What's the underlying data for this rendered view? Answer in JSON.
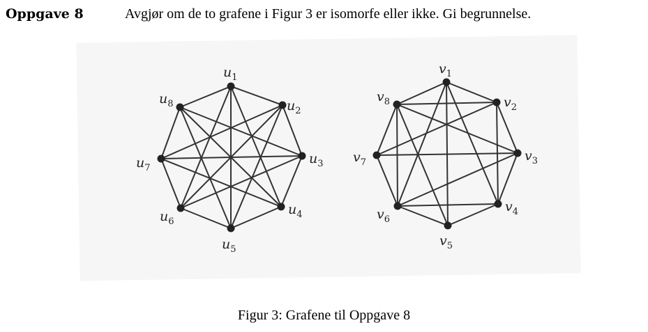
{
  "task": {
    "label": "Oppgave 8",
    "text": "Avgjør om de to grafene i Figur 3 er isomorfe eller ikke. Gi begrunnelse."
  },
  "figure": {
    "caption": "Figur 3: Grafene til Oppgave 8",
    "graphs": [
      {
        "name": "u",
        "vertices": [
          {
            "letter": "u",
            "index": "1"
          },
          {
            "letter": "u",
            "index": "2"
          },
          {
            "letter": "u",
            "index": "3"
          },
          {
            "letter": "u",
            "index": "4"
          },
          {
            "letter": "u",
            "index": "5"
          },
          {
            "letter": "u",
            "index": "6"
          },
          {
            "letter": "u",
            "index": "7"
          },
          {
            "letter": "u",
            "index": "8"
          }
        ],
        "edges": [
          [
            1,
            2
          ],
          [
            2,
            3
          ],
          [
            3,
            4
          ],
          [
            4,
            5
          ],
          [
            5,
            6
          ],
          [
            6,
            7
          ],
          [
            7,
            8
          ],
          [
            8,
            1
          ],
          [
            1,
            4
          ],
          [
            1,
            5
          ],
          [
            1,
            6
          ],
          [
            2,
            5
          ],
          [
            2,
            6
          ],
          [
            2,
            7
          ],
          [
            3,
            6
          ],
          [
            3,
            7
          ],
          [
            3,
            8
          ],
          [
            4,
            7
          ],
          [
            4,
            8
          ],
          [
            5,
            8
          ]
        ]
      },
      {
        "name": "v",
        "vertices": [
          {
            "letter": "v",
            "index": "1"
          },
          {
            "letter": "v",
            "index": "2"
          },
          {
            "letter": "v",
            "index": "3"
          },
          {
            "letter": "v",
            "index": "4"
          },
          {
            "letter": "v",
            "index": "5"
          },
          {
            "letter": "v",
            "index": "6"
          },
          {
            "letter": "v",
            "index": "7"
          },
          {
            "letter": "v",
            "index": "8"
          }
        ],
        "edges": [
          [
            1,
            2
          ],
          [
            2,
            3
          ],
          [
            3,
            4
          ],
          [
            4,
            5
          ],
          [
            5,
            6
          ],
          [
            6,
            7
          ],
          [
            7,
            8
          ],
          [
            8,
            1
          ],
          [
            1,
            6
          ],
          [
            1,
            4
          ],
          [
            1,
            5
          ],
          [
            2,
            8
          ],
          [
            2,
            4
          ],
          [
            2,
            7
          ],
          [
            3,
            7
          ],
          [
            4,
            6
          ],
          [
            5,
            8
          ],
          [
            6,
            8
          ],
          [
            3,
            6
          ],
          [
            3,
            8
          ]
        ]
      }
    ]
  }
}
